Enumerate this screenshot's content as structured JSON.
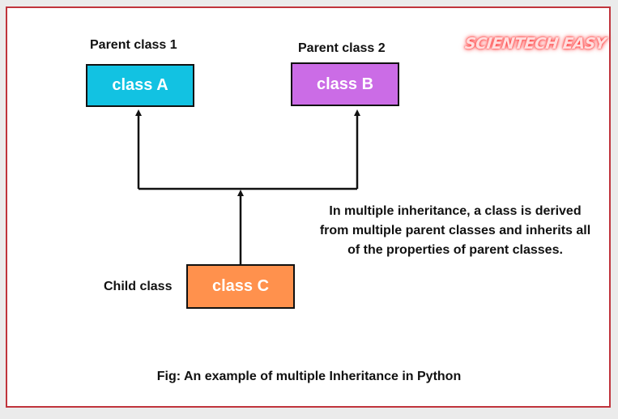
{
  "diagram": {
    "logo_text": "SCIENTECH EASY",
    "parent1": {
      "caption": "Parent class 1",
      "name": "class A",
      "color": "#12c2e2"
    },
    "parent2": {
      "caption": "Parent class 2",
      "name": "class B",
      "color": "#cb6ce6"
    },
    "child": {
      "caption": "Child class",
      "name": "class C",
      "color": "#ff914d"
    },
    "description": "In multiple inheritance, a class is derived from multiple parent classes and inherits all of the properties of parent classes.",
    "figure_caption": "Fig: An example of multiple Inheritance in Python",
    "border_color": "#c0343c"
  }
}
